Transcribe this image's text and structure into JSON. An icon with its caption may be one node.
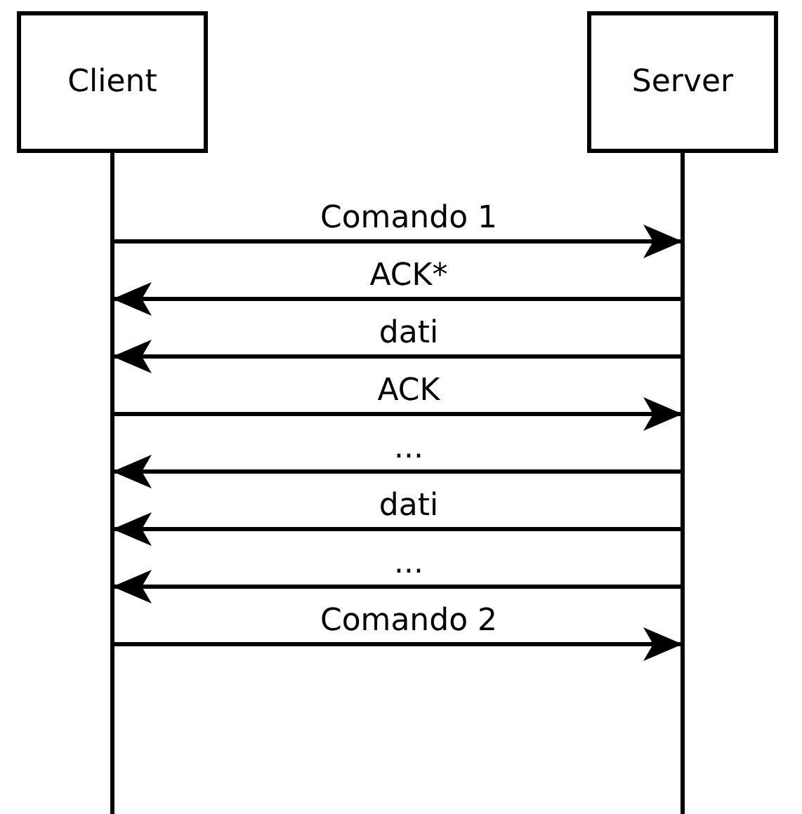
{
  "diagram": {
    "nodes": [
      {
        "text": [
          "Client"
        ]
      },
      {
        "text": [
          "Server"
        ]
      }
    ],
    "edges": [
      {
        "from": 0,
        "to": 1,
        "arrow": "to",
        "label": "Comando 1"
      },
      {
        "from": 1,
        "to": 0,
        "arrow": "to",
        "label": "ACK*"
      },
      {
        "from": 1,
        "to": 0,
        "arrow": "to",
        "label": "dati"
      },
      {
        "from": 0,
        "to": 1,
        "arrow": "to",
        "label": "ACK"
      },
      {
        "from": 1,
        "to": 0,
        "arrow": "to",
        "label": "..."
      },
      {
        "from": 1,
        "to": 0,
        "arrow": "to",
        "label": "dati"
      },
      {
        "from": 1,
        "to": 0,
        "arrow": "to",
        "label": "..."
      },
      {
        "from": 0,
        "to": 1,
        "arrow": "to",
        "label": "Comando 2"
      }
    ]
  }
}
